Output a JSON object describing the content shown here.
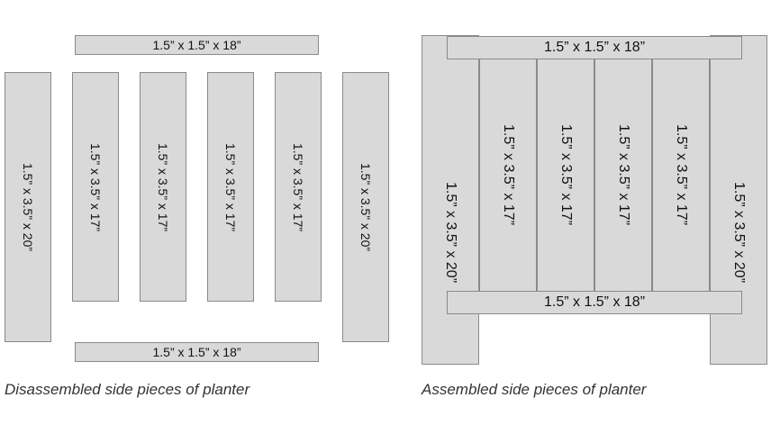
{
  "labels": {
    "rail": "1.5” x 1.5” x 18”",
    "outer_slat": "1.5” x 3.5” x 20”",
    "inner_slat": "1.5” x 3.5” x 17”"
  },
  "captions": {
    "left": "Disassembled side pieces of planter",
    "right": "Assembled side pieces of planter"
  },
  "colors": {
    "board_fill": "#d9d9d9",
    "board_stroke": "#8a8a8a",
    "text": "#111111"
  }
}
